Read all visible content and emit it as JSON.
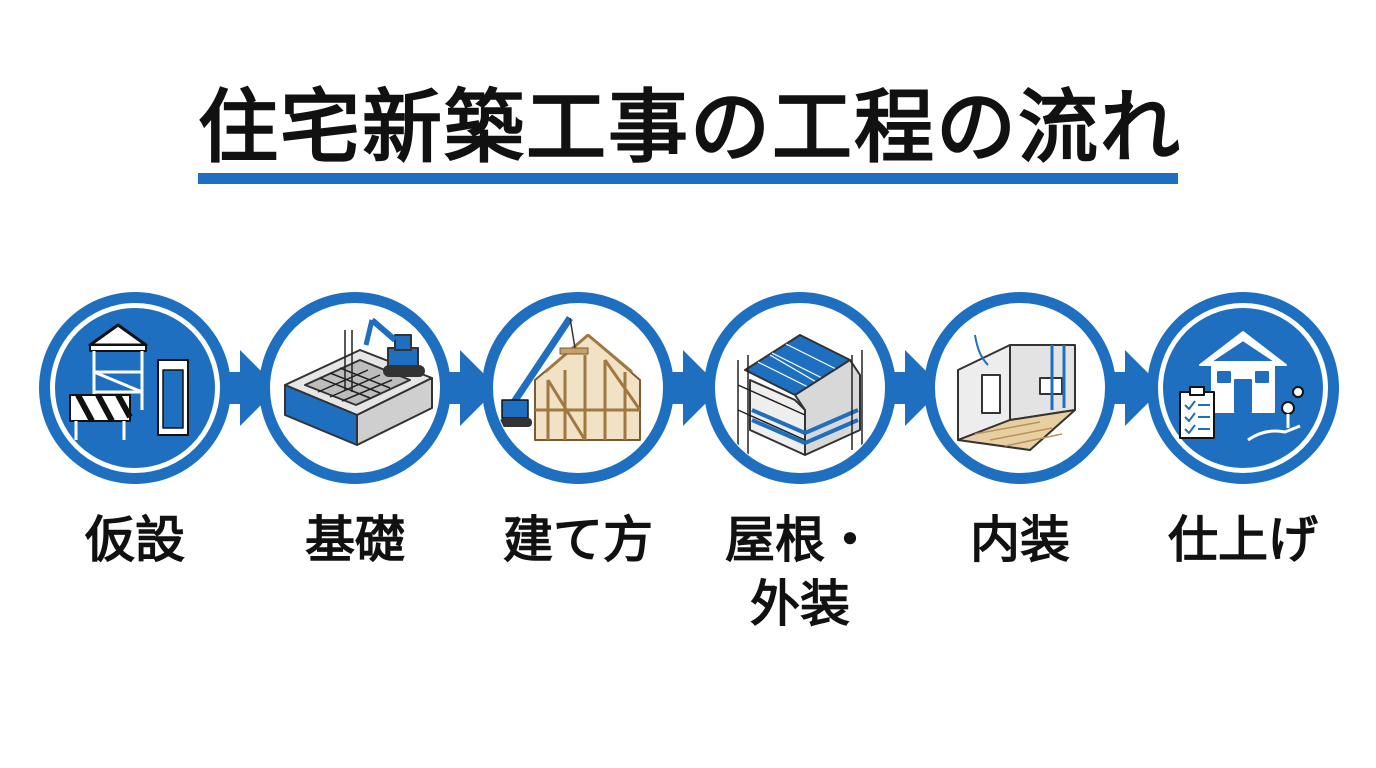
{
  "title": "住宅新築工事の工程の流れ",
  "colors": {
    "accent": "#1f6fc0",
    "text": "#111111",
    "background": "#ffffff"
  },
  "steps": [
    {
      "label": "仮設",
      "icon": "temporary-facilities-icon"
    },
    {
      "label": "基礎",
      "icon": "foundation-excavator-icon"
    },
    {
      "label": "建て方",
      "icon": "crane-frame-icon"
    },
    {
      "label_lines": [
        "屋根・",
        "外装"
      ],
      "icon": "roof-scaffold-icon"
    },
    {
      "label": "内装",
      "icon": "interior-room-icon"
    },
    {
      "label": "仕上げ",
      "icon": "house-handover-icon"
    }
  ]
}
